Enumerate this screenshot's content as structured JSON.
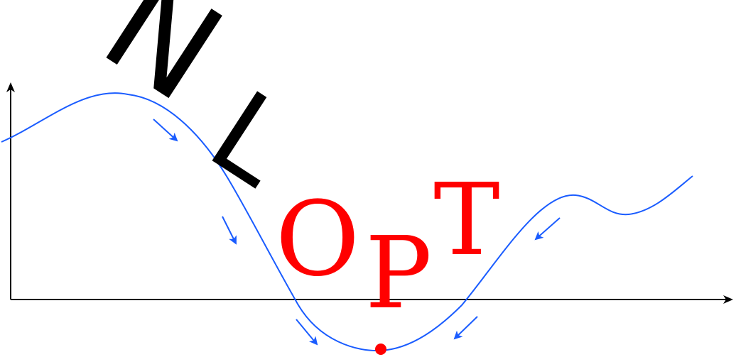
{
  "logo": {
    "letters": {
      "n": "N",
      "l": "L",
      "o": "O",
      "p": "P",
      "t": "T"
    },
    "colors": {
      "ink": "#000000",
      "accent": "#ff0000",
      "curve": "#1a5cff",
      "arrow": "#1a5cff",
      "minimum": "#ff0000",
      "axis": "#000000"
    },
    "icons": {
      "axes": "axes-icon",
      "curve": "objective-curve-icon",
      "arrows": "descent-arrow-icon",
      "minimum": "minimum-point-icon"
    }
  }
}
